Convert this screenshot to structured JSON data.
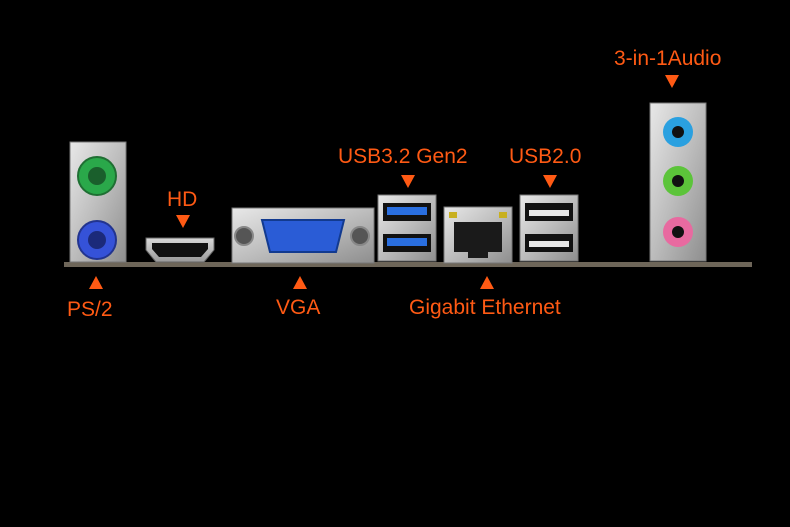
{
  "labels": {
    "ps2": "PS/2",
    "hd": "HD",
    "vga": "VGA",
    "usb32": "USB3.2 Gen2",
    "ethernet": "Gigabit Ethernet",
    "usb20": "USB2.0",
    "audio": "3-in-1Audio"
  },
  "colors": {
    "label": "#ff5a14",
    "ps2_mouse": "#2aa84a",
    "ps2_keyboard": "#3552d8",
    "usb3": "#2a6fe0",
    "audio_line_in": "#2aa0e0",
    "audio_line_out": "#5cc43a",
    "audio_mic": "#e86aa0"
  }
}
